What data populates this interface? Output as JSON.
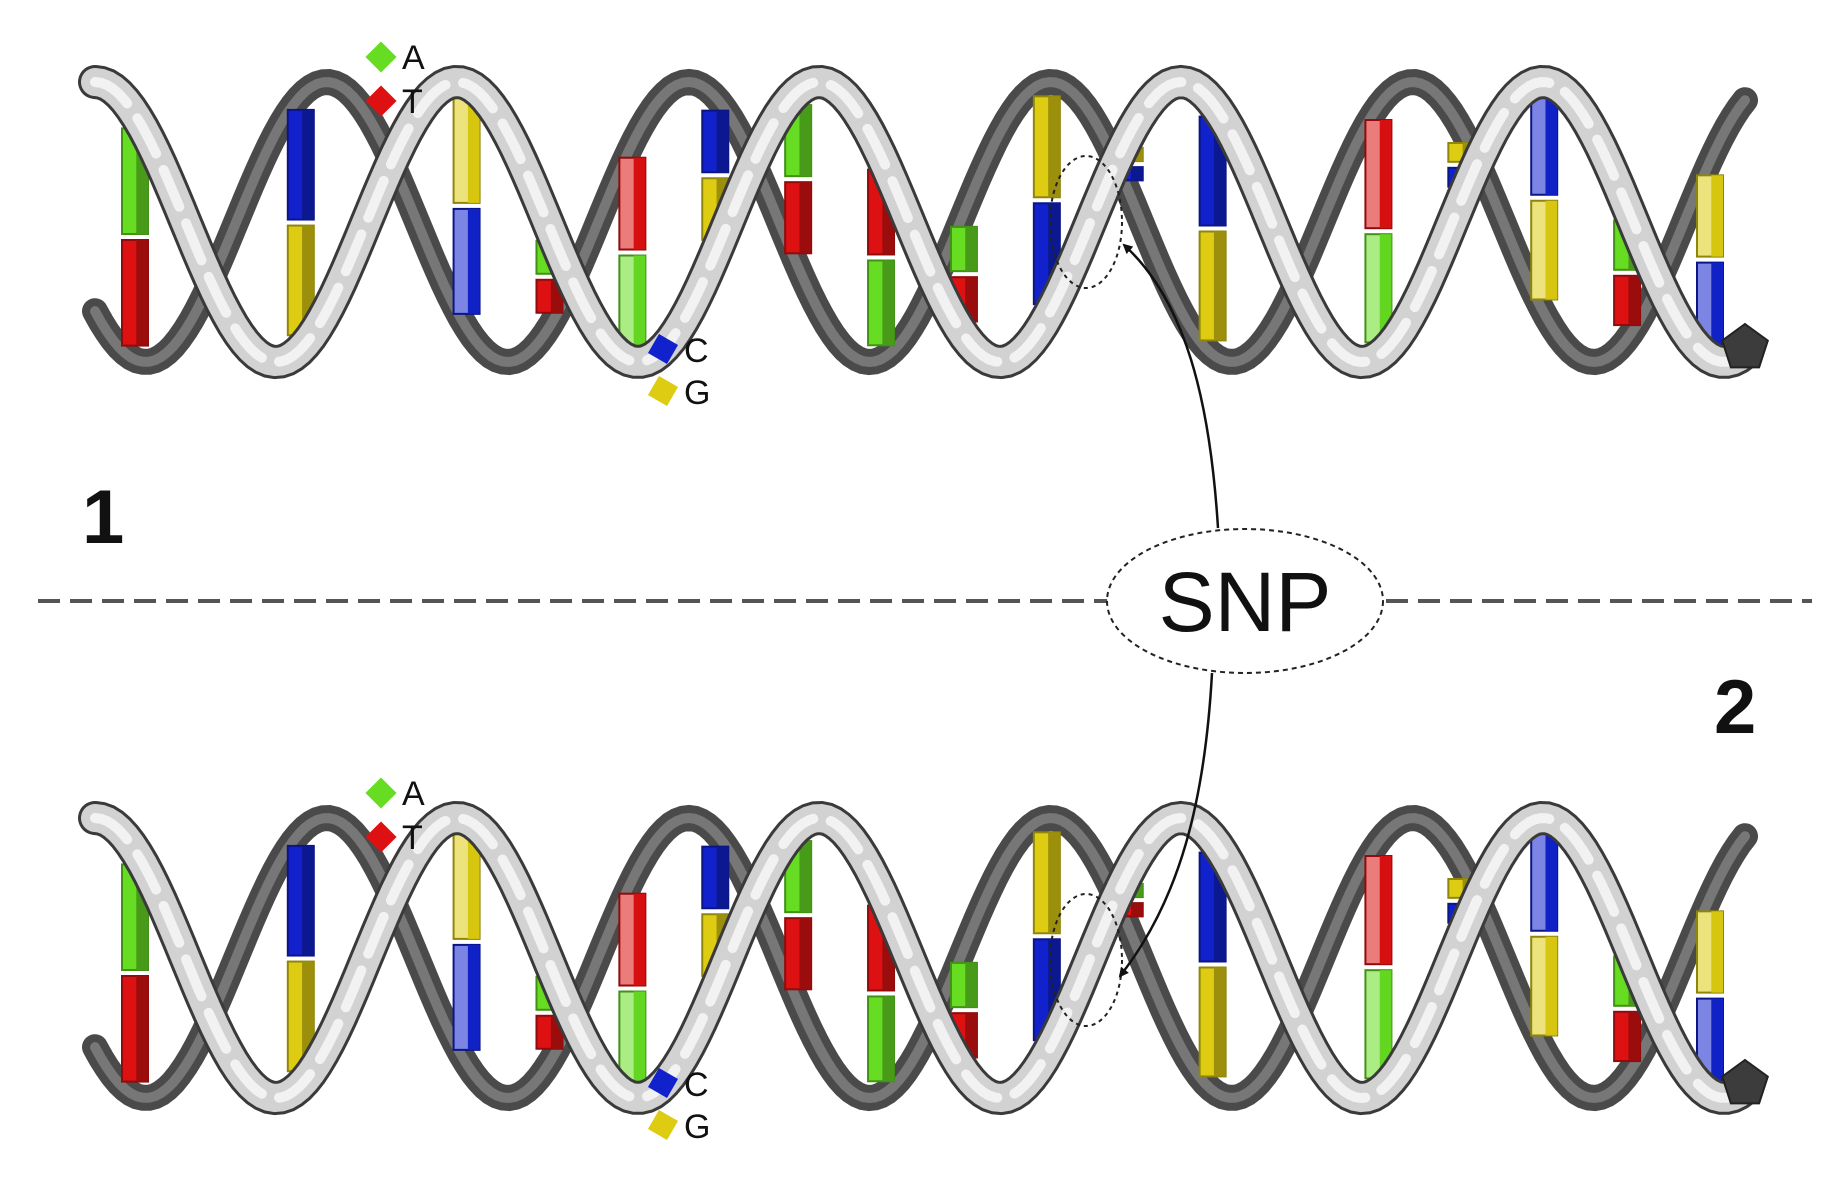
{
  "panels": [
    {
      "number": "1",
      "legend_top": [
        {
          "letter": "A",
          "color": "#66dd22"
        },
        {
          "letter": "T",
          "color": "#dd1111"
        }
      ],
      "legend_bottom": [
        {
          "letter": "C",
          "color": "#1122cc"
        },
        {
          "letter": "G",
          "color": "#ddcc11"
        }
      ]
    },
    {
      "number": "2",
      "legend_top": [
        {
          "letter": "A",
          "color": "#66dd22"
        },
        {
          "letter": "T",
          "color": "#dd1111"
        }
      ],
      "legend_bottom": [
        {
          "letter": "C",
          "color": "#1122cc"
        },
        {
          "letter": "G",
          "color": "#ddcc11"
        }
      ]
    }
  ],
  "snp_label": "SNP",
  "colors": {
    "A": "#66dd22",
    "T": "#dd1111",
    "C": "#1122cc",
    "G": "#ddcc11",
    "backbone_light": "#d2d2d2",
    "backbone_dark": "#4a4a4a",
    "divider": "#555555"
  },
  "sequence_1": [
    "A",
    "G",
    "C",
    "G",
    "G",
    "A",
    "T",
    "C",
    "A",
    "T",
    "A",
    "G",
    "G",
    "C",
    "A",
    "T",
    "G",
    "C",
    "A",
    "G"
  ],
  "sequence_2": [
    "A",
    "G",
    "C",
    "G",
    "G",
    "A",
    "T",
    "C",
    "A",
    "T",
    "A",
    "G",
    "A",
    "C",
    "A",
    "T",
    "G",
    "C",
    "A",
    "G"
  ],
  "snp_index": 12
}
